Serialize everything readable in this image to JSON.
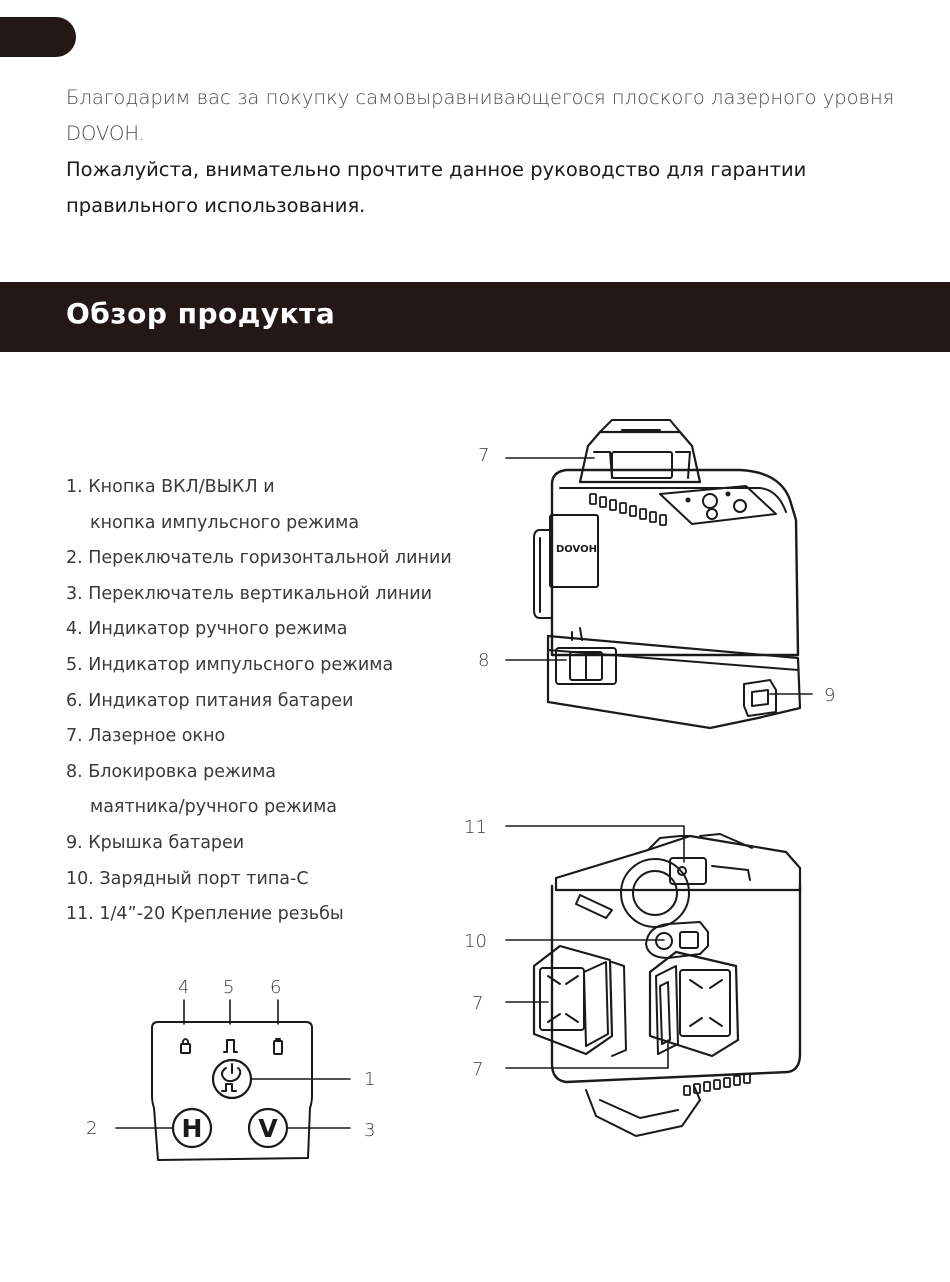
{
  "intro": {
    "thanks": "Благодарим вас за покупку самовыравнивающегося плоского лазерного уровня DOVOH.",
    "please": "Пожалуйста, внимательно прочтите данное руководство для гарантии правильного использования."
  },
  "section": {
    "title": "Обзор продукта"
  },
  "parts": [
    {
      "line1": "1. Кнопка ВКЛ/ВЫКЛ и",
      "line2": "кнопка импульсного режима"
    },
    {
      "line1": "2. Переключатель горизонтальной линии"
    },
    {
      "line1": "3. Переключатель вертикальной линии"
    },
    {
      "line1": "4. Индикатор ручного режима"
    },
    {
      "line1": "5. Индикатор импульсного режима"
    },
    {
      "line1": "6. Индикатор питания батареи"
    },
    {
      "line1": "7. Лазерное окно"
    },
    {
      "line1": "8. Блокировка режима",
      "line2": "маятника/ручного режима"
    },
    {
      "line1": "9. Крышка батареи"
    },
    {
      "line1": "10. Зарядный порт типа-С"
    },
    {
      "line1": "11. 1/4”-20 Крепление резьбы"
    }
  ],
  "figure_top": {
    "brand": "DOVOH",
    "callouts": {
      "c7": "7",
      "c8": "8",
      "c9": "9"
    }
  },
  "figure_bottom": {
    "callouts": {
      "c11": "11",
      "c10": "10",
      "c7a": "7",
      "c7b": "7"
    }
  },
  "panel": {
    "callouts": {
      "c4": "4",
      "c5": "5",
      "c6": "6",
      "c1": "1",
      "c2": "2",
      "c3": "3"
    },
    "h_button": "H",
    "v_button": "V"
  },
  "colors": {
    "dark_bar": "#231816",
    "text": "#3a3a3a",
    "line": "#1a1a1a"
  },
  "icons": [
    "lock-icon",
    "pulse-icon",
    "battery-icon",
    "power-icon",
    "h-switch",
    "v-switch"
  ]
}
